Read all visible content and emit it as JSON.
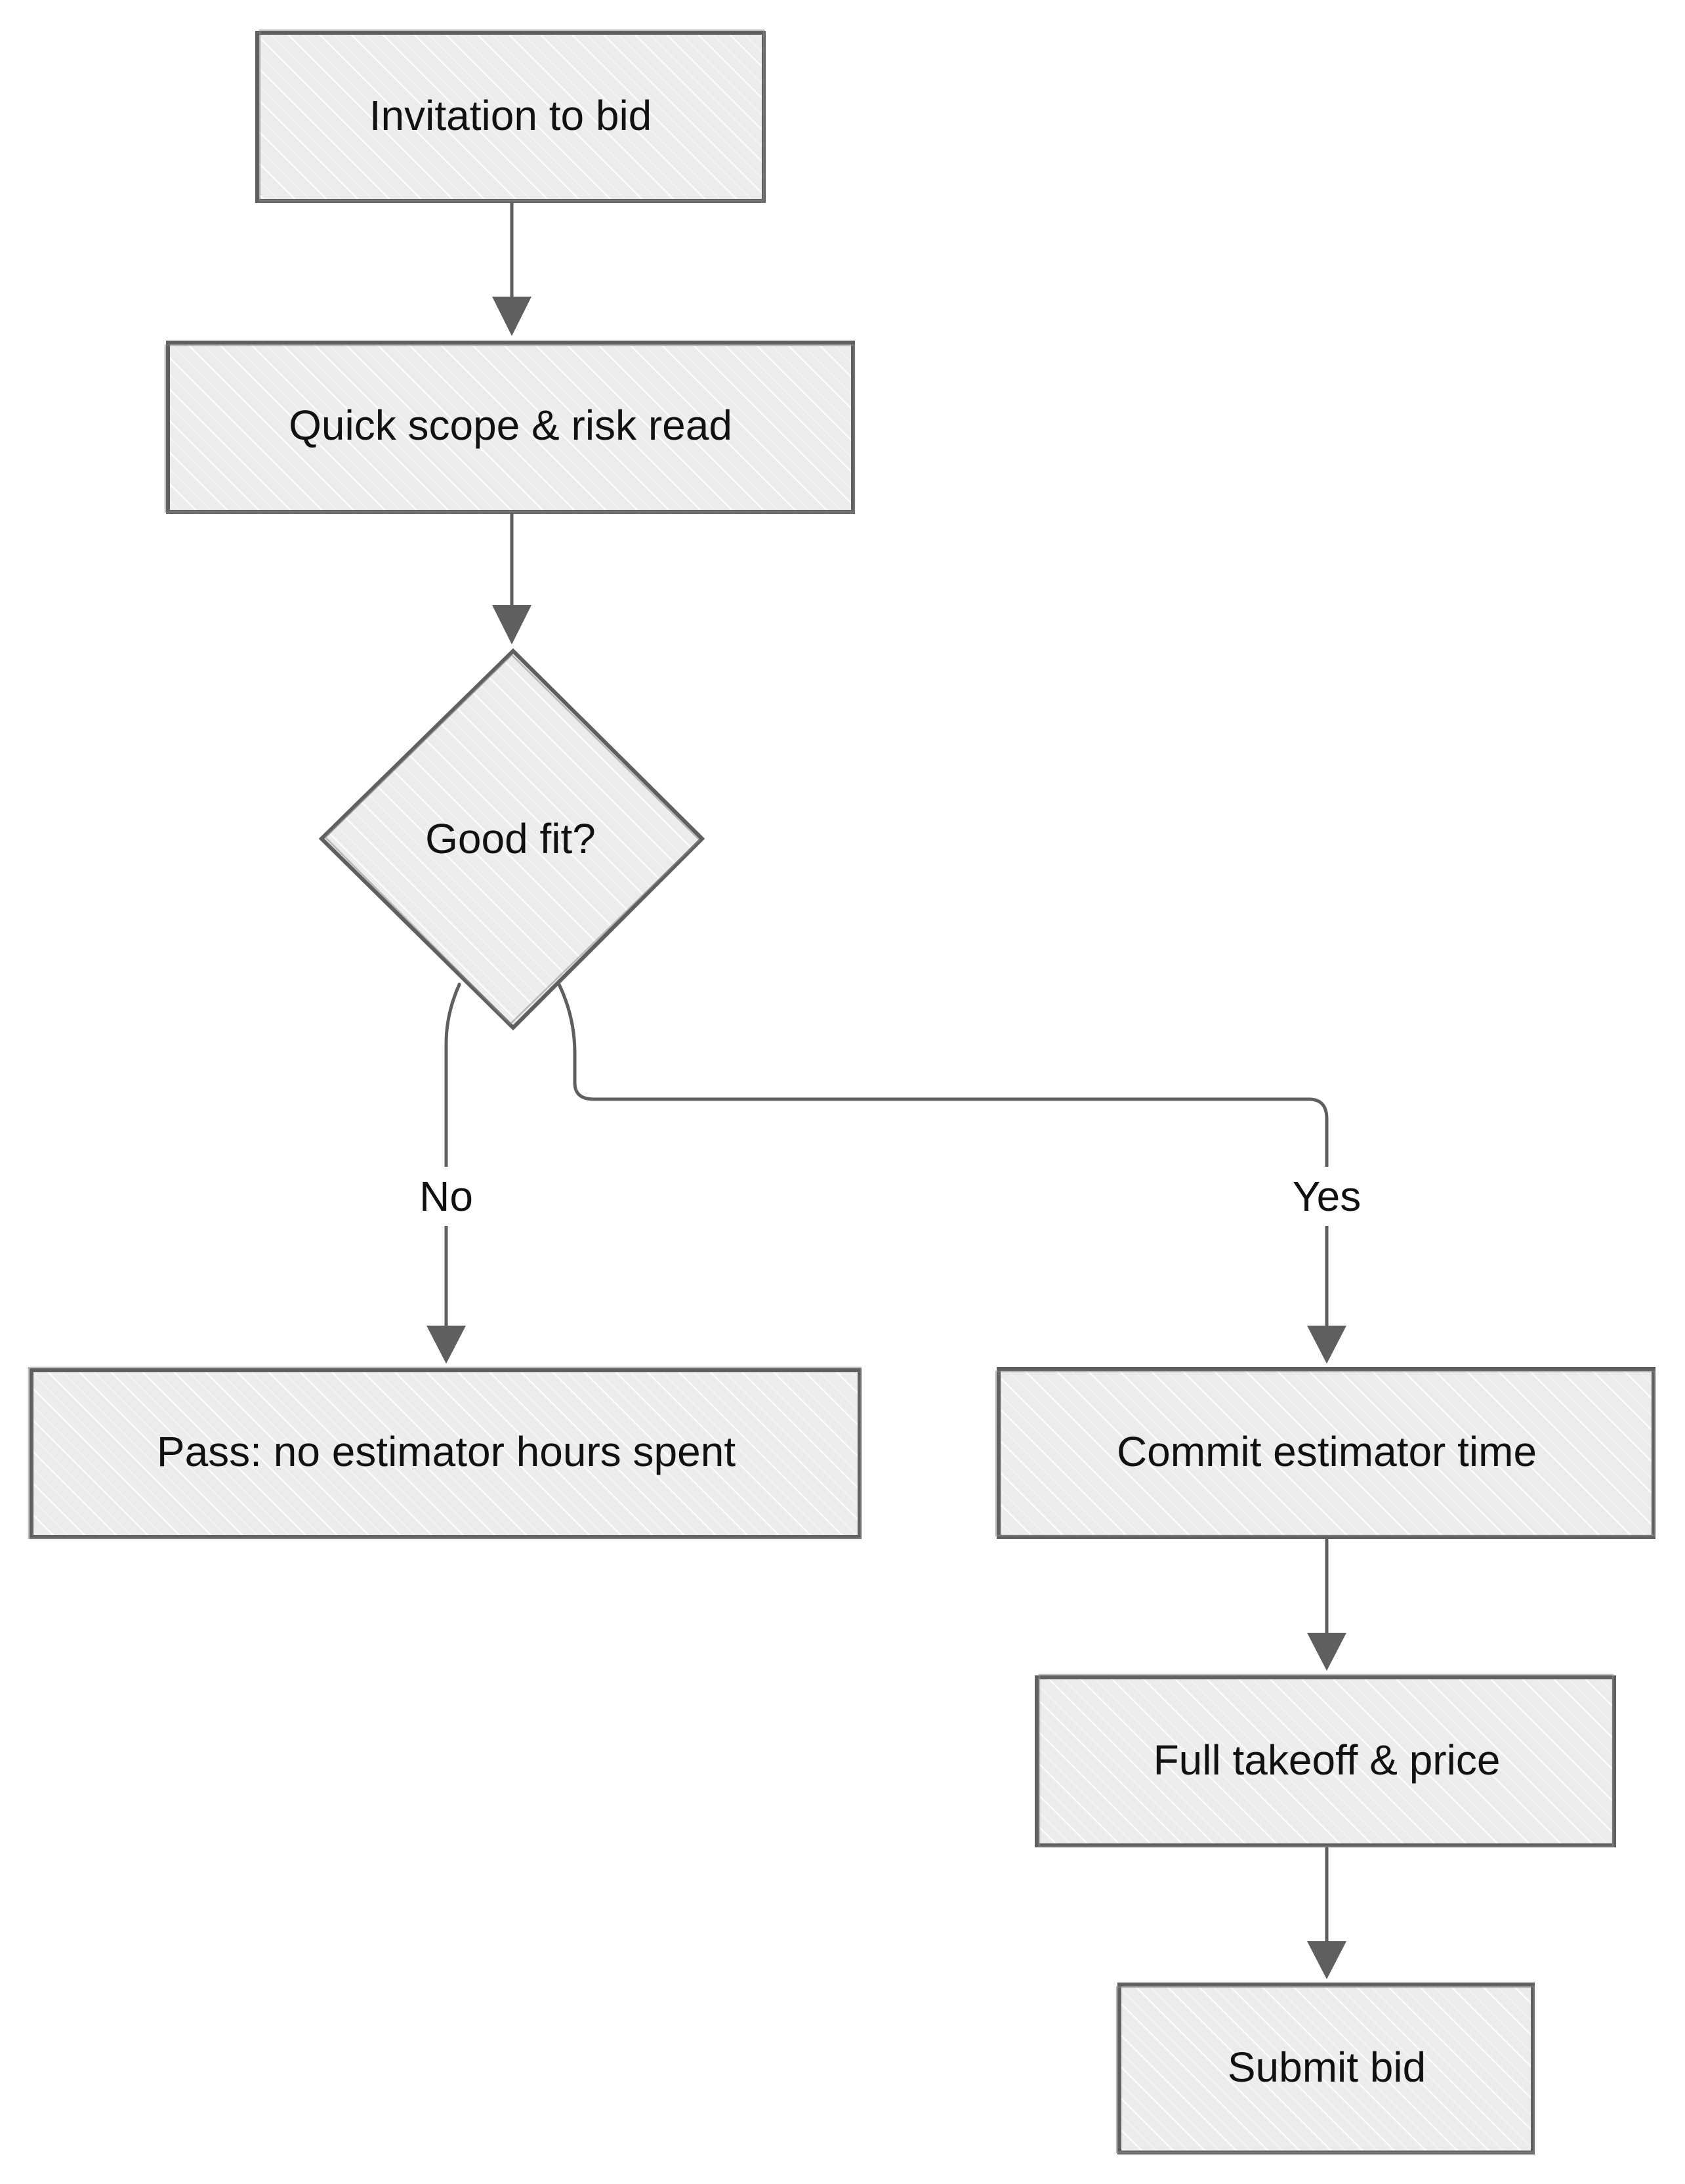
{
  "nodes": {
    "invitation": {
      "label": "Invitation to bid",
      "shape": "process"
    },
    "scope_read": {
      "label": "Quick scope & risk read",
      "shape": "process"
    },
    "decision": {
      "label": "Good fit?",
      "shape": "decision"
    },
    "pass": {
      "label": "Pass: no estimator hours spent",
      "shape": "process"
    },
    "commit": {
      "label": "Commit estimator time",
      "shape": "process"
    },
    "takeoff": {
      "label": "Full takeoff & price",
      "shape": "process"
    },
    "submit": {
      "label": "Submit bid",
      "shape": "process"
    }
  },
  "edges": {
    "no": {
      "from": "decision",
      "to": "pass",
      "label": "No"
    },
    "yes": {
      "from": "decision",
      "to": "commit",
      "label": "Yes"
    },
    "invitation_to_scope": {
      "from": "invitation",
      "to": "scope_read",
      "label": ""
    },
    "scope_to_decision": {
      "from": "scope_read",
      "to": "decision",
      "label": ""
    },
    "commit_to_takeoff": {
      "from": "commit",
      "to": "takeoff",
      "label": ""
    },
    "takeoff_to_submit": {
      "from": "takeoff",
      "to": "submit",
      "label": ""
    }
  },
  "colors": {
    "stroke": "#5f5f5f",
    "fill": "#ececec",
    "hatch": "#ffffff",
    "text": "#111111"
  }
}
